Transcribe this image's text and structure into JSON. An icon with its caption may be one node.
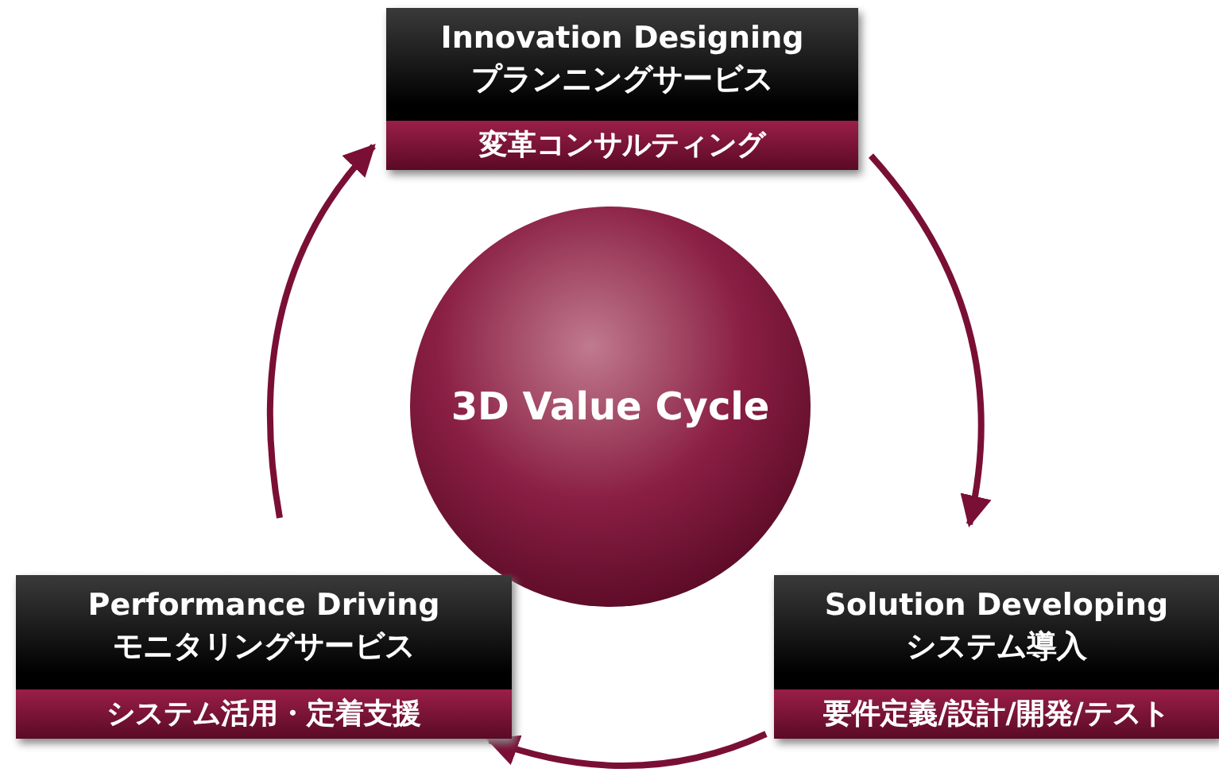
{
  "diagram": {
    "nodes": [
      {
        "text": [
          "Innovation Designing",
          "プランニングサービス",
          "変革コンサルティング"
        ]
      },
      {
        "text": [
          "3D Value Cycle"
        ]
      },
      {
        "text": [
          "Performance Driving",
          "モニタリングサービス",
          "システム活用・定着支援"
        ]
      },
      {
        "text": [
          "Solution Developing",
          "システム導入",
          "要件定義/設計/開発/テスト"
        ]
      }
    ],
    "edges": [
      {
        "from": 0,
        "to": 3,
        "arrow": "to"
      },
      {
        "from": 3,
        "to": 2,
        "arrow": "to"
      },
      {
        "from": 2,
        "to": 0,
        "arrow": "to"
      }
    ]
  }
}
